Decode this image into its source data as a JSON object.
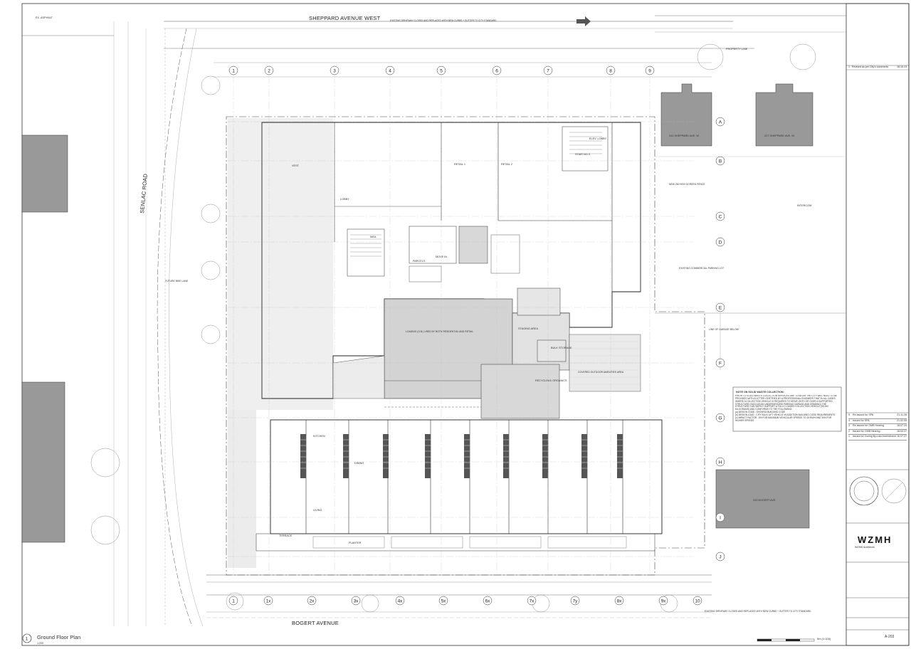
{
  "streets": {
    "north": "SHEPPARD AVENUE WEST",
    "south": "BOGERT AVENUE",
    "west": "SENLAC ROAD"
  },
  "grid": {
    "columns_top": [
      "1",
      "2",
      "3",
      "4",
      "5",
      "6",
      "7",
      "8",
      "9"
    ],
    "columns_bottom": [
      "1",
      "1x",
      "2x",
      "3x",
      "4x",
      "5x",
      "6x",
      "7x",
      "7y",
      "8x",
      "9x",
      "10"
    ],
    "rows": [
      "A",
      "B",
      "C",
      "D",
      "E",
      "F",
      "G",
      "H",
      "I",
      "J"
    ]
  },
  "neighbors": [
    {
      "id": "n1",
      "label": "241 SHEPPARD AVE. W."
    },
    {
      "id": "n2",
      "label": "227 SHEPPARD AVE. W."
    },
    {
      "id": "n3",
      "label": "242 BOGERT AVE."
    }
  ],
  "rooms": [
    {
      "id": "lobby",
      "label": "LOBBY"
    },
    {
      "id": "retail1",
      "label": "RETAIL 1"
    },
    {
      "id": "retail2",
      "label": "RETAIL 2"
    },
    {
      "id": "vest",
      "label": "VEST."
    },
    {
      "id": "mail",
      "label": "MAIL"
    },
    {
      "id": "parcels",
      "label": "PARCELS"
    },
    {
      "id": "move",
      "label": "MOVE IN"
    },
    {
      "id": "loading",
      "label": "LOADING (G.B.) USED BY BOTH RESIDENTIAL AND RETAIL"
    },
    {
      "id": "staging",
      "label": "STAGING AREA"
    },
    {
      "id": "recycling",
      "label": "RECYCLING/ ORGANICS"
    },
    {
      "id": "bulk",
      "label": "BULK STORAGE"
    },
    {
      "id": "amenity",
      "label": "COVERED OUTDOOR AMENITIES AREA"
    },
    {
      "id": "stair",
      "label": "STAIR NO.3"
    },
    {
      "id": "elev",
      "label": "ELEV. LOBBY"
    },
    {
      "id": "kitchen",
      "label": "KITCHEN"
    },
    {
      "id": "dining",
      "label": "DINING"
    },
    {
      "id": "living",
      "label": "LIVING"
    },
    {
      "id": "terrace",
      "label": "TERRACE"
    },
    {
      "id": "planter",
      "label": "PLANTER"
    }
  ],
  "annotations": {
    "intercom": "INTERCOM",
    "ex_asphalt": "EX. ASPHALT",
    "property_line": "PROPERTY LINE",
    "parking_lot": "EXISTING COMMERCIAL PARKING LOT",
    "screen_fence": "NEW 2M HIGH SCREEN FENCE",
    "driveway_north": "EXISTING DRIVEWAY CLOSED AND REPLACED WITH NEW CURBS + GUTTER TO CITY STANDARD",
    "driveway_south": "EXISTING DRIVEWAY CLOSED AND REPLACED WITH NEW CURBS + GUTTER TO CITY STANDARD",
    "bike_lane": "FUTURE BIKE LANE",
    "garage_below": "LINE OF GARAGE BELOW"
  },
  "waste_note": {
    "title": "NOTE ON SOLID WASTE COLLECTION:",
    "body": "PRIOR TO SOLID WASTE COLLECTION SERVICES ARE TO BEGIN THE CITY WILL NEED TO BE PROVIDED WITH A LETTER CERTIFIED BY A PROFESSIONAL ENGINEER THAT IN ALL CASES WHERE A COLLECTION VEHICLE IS REQUIRED TO DRIVE ONTO OR OVER A SUPPORTED STRUCTURE (SUCH AS AN UNDERGROUND PARKING GARAGE AND GRADING) THE STRUCTURE CAN SAFELY SUPPORT A FULLY LOADED COLLECTION VEHICLE (35,000 KILOGRAMS) AND CONFORMS TO THE FOLLOWING:",
    "items": [
      "(a) DESIGN CODE - ONTARIO BUILDING CODE",
      "(b) DESIGN LOAD - CITY BULK LIFT VEHICLE IN ADDITION BUILDING CODE REQUIREMENTS",
      "(c) IMPACT FACTOR - 5% FOR MAXIMUM VEHICULAR SPEEDS TO 15 KM/H AND 30% FOR HIGHER SPEEDS"
    ]
  },
  "drawing_title": {
    "number": "1",
    "name": "Ground Floor Plan",
    "scale": "1:200",
    "scale_bar": "5m (1:100)"
  },
  "title_block": {
    "firm": "WZMH",
    "firm_sub": "WZMH Architects",
    "revisions": [
      {
        "no": "1",
        "desc": "Revised as per City's comments",
        "date": "18.10.13"
      },
      {
        "no": "5",
        "desc": "Re-issued for SPA",
        "date": "21.11.26"
      },
      {
        "no": "4",
        "desc": "Issued for SPA",
        "date": "21.02.09"
      },
      {
        "no": "3",
        "desc": "Re-issued for OMB Hearing",
        "date": "18.07.24"
      },
      {
        "no": "2",
        "desc": "Issued for OMB Hearing",
        "date": "18.04.27"
      },
      {
        "no": "1",
        "desc": "Issued for Zoning By-Law Amendment",
        "date": "16.07.27"
      }
    ],
    "drawing_no": "A-203"
  }
}
